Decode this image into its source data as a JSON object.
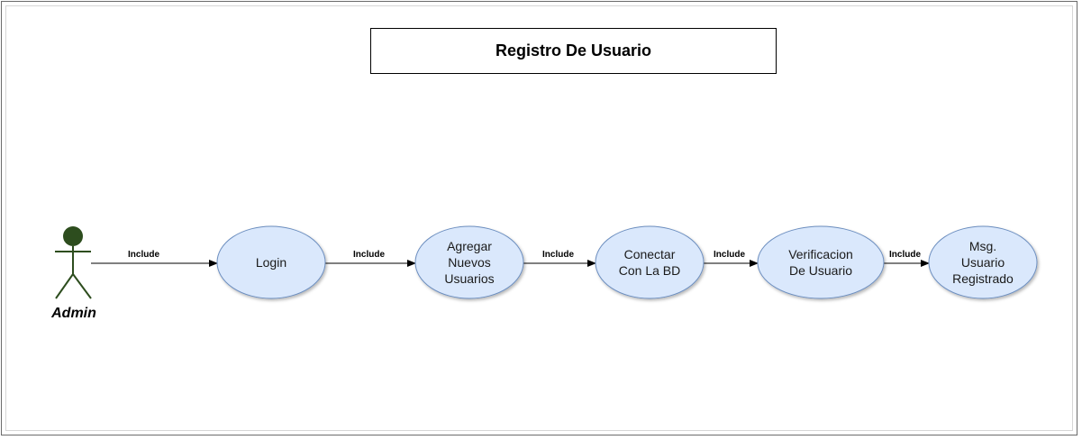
{
  "title": "Registro De Usuario",
  "actor": {
    "name": "Admin"
  },
  "use_cases": [
    {
      "id": "login",
      "label": "Login"
    },
    {
      "id": "agregar",
      "label": "Agregar\nNuevos\nUsuarios"
    },
    {
      "id": "conectar",
      "label": "Conectar\nCon La BD"
    },
    {
      "id": "verificacion",
      "label": "Verificacion\nDe Usuario"
    },
    {
      "id": "msg",
      "label": "Msg.\nUsuario\nRegistrado"
    }
  ],
  "relations": [
    {
      "label": "Include"
    },
    {
      "label": "Include"
    },
    {
      "label": "Include"
    },
    {
      "label": "Include"
    },
    {
      "label": "Include"
    }
  ],
  "colors": {
    "use_case_fill": "#dae8fc",
    "use_case_stroke": "#6c8ebf",
    "actor": "#2d4d1e"
  }
}
